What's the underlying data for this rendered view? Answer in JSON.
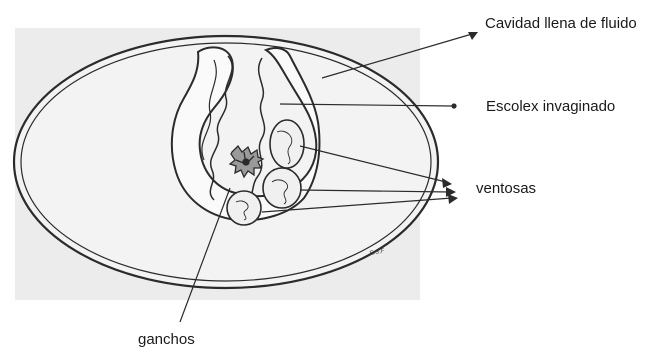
{
  "diagram": {
    "labels": {
      "fluid_cavity": "Cavidad llena de fluido",
      "invaginated_scolex": "Escolex invaginado",
      "suckers": "ventosas",
      "hooks": "ganchos"
    },
    "artist_mark": "E.S.F",
    "colors": {
      "ink": "#2b2b2b",
      "shade": "#e9e9e9",
      "vesicle_fill": "#f4f4f4"
    }
  }
}
